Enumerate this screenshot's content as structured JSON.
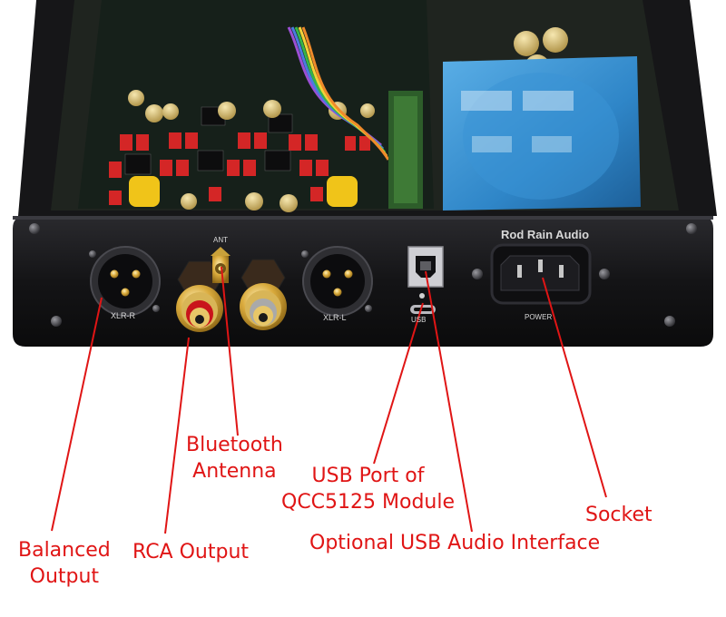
{
  "colors": {
    "callout": "#e01515",
    "chassis": "#141416",
    "transformer": "#3b8fd0",
    "panel_text": "#d8d8d8"
  },
  "panel_labels": {
    "brand": "Rod Rain Audio",
    "ant": "ANT",
    "xlr_r": "XLR-R",
    "xlr_l": "XLR-L",
    "usb": "USB",
    "power": "POWER"
  },
  "callouts": {
    "balanced_output": [
      "Balanced",
      "Output"
    ],
    "rca_output": "RCA Output",
    "bluetooth_antenna": [
      "Bluetooth",
      "Antenna"
    ],
    "usb_port": [
      "USB Port of",
      "QCC5125 Module"
    ],
    "optional_usb": "Optional USB Audio Interface",
    "socket": "Socket"
  }
}
